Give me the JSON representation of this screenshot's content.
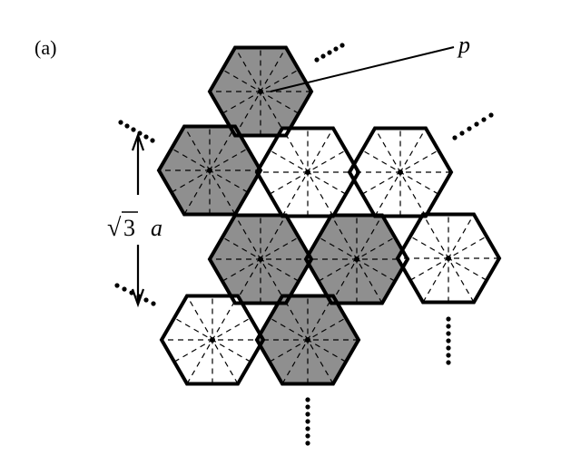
{
  "figure": {
    "panel_label": "(a)",
    "point_label": "p",
    "spacing_label": {
      "radical": "√",
      "number": "3",
      "symbol": "a"
    }
  },
  "colors": {
    "shaded": "#8f8f8f",
    "unshaded": "#ffffff",
    "stroke": "#000000"
  },
  "cells": [
    {
      "id": "top",
      "shaded": true
    },
    {
      "id": "upper-left",
      "shaded": true
    },
    {
      "id": "upper-middle",
      "shaded": false
    },
    {
      "id": "upper-right",
      "shaded": false
    },
    {
      "id": "center-left",
      "shaded": true
    },
    {
      "id": "center-right",
      "shaded": true
    },
    {
      "id": "far-right",
      "shaded": false
    },
    {
      "id": "lower-left",
      "shaded": false
    },
    {
      "id": "lower-middle",
      "shaded": true
    }
  ]
}
